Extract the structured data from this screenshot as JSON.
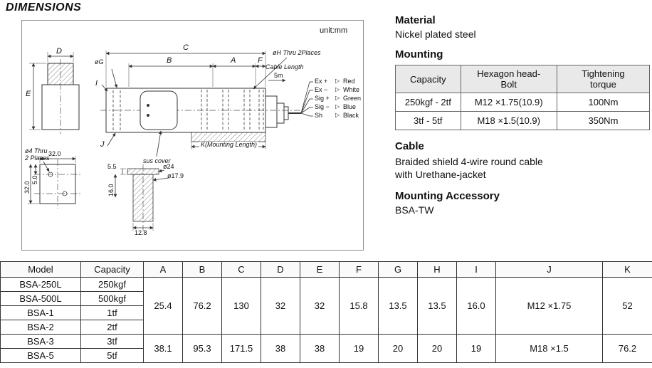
{
  "page": {
    "title": "DIMENSIONS"
  },
  "drawing": {
    "unit": "unit:mm",
    "pointer": "▷",
    "dims": {
      "c": "C",
      "b": "B",
      "a": "A",
      "f": "F",
      "d": "D",
      "e": "E",
      "i": "I",
      "j": "J",
      "og": "øG",
      "oh": "øH Thru 2Places",
      "k": "K(Mounting Length)",
      "cable_length": "Cable Length",
      "cable_len_value": "5m",
      "sus_cover": "sus cover",
      "o4_line1": "ø4 Thru",
      "o4_line2": "2 Places",
      "plate_width": "32.0",
      "plate_height": "32.0",
      "hole_offset": "5.0",
      "o24": "ø24",
      "o17_9": "ø17.9",
      "cover_55": "5.5",
      "cover_16": "16.0",
      "cover_128": "12.8"
    },
    "wires": [
      {
        "name": "Ex +",
        "color": "Red"
      },
      {
        "name": "Ex −",
        "color": "White"
      },
      {
        "name": "Sig +",
        "color": "Green"
      },
      {
        "name": "Sig −",
        "color": "Blue"
      },
      {
        "name": "Sh",
        "color": "Black"
      }
    ]
  },
  "right_panel": {
    "material": {
      "heading": "Material",
      "text": "Nickel plated steel"
    },
    "mounting": {
      "heading": "Mounting",
      "table": {
        "headers": [
          "Capacity",
          "Hexagon head-Bolt",
          "Tightening torque"
        ],
        "rows": [
          [
            "250kgf - 2tf",
            "M12 ×1.75(10.9)",
            "100Nm"
          ],
          [
            "3tf - 5tf",
            "M18 ×1.5(10.9)",
            "350Nm"
          ]
        ]
      }
    },
    "cable": {
      "heading": "Cable",
      "text_line1": "Braided shield 4-wire round cable",
      "text_line2": "with Urethane-jacket"
    },
    "accessory": {
      "heading": "Mounting Accessory",
      "text": "BSA-TW"
    }
  },
  "dimension_table": {
    "headers": [
      "Model",
      "Capacity",
      "A",
      "B",
      "C",
      "D",
      "E",
      "F",
      "G",
      "H",
      "I",
      "J",
      "K"
    ],
    "models": [
      {
        "model": "BSA-250L",
        "capacity": "250kgf"
      },
      {
        "model": "BSA-500L",
        "capacity": "500kgf"
      },
      {
        "model": "BSA-1",
        "capacity": "1tf"
      },
      {
        "model": "BSA-2",
        "capacity": "2tf"
      },
      {
        "model": "BSA-3",
        "capacity": "3tf"
      },
      {
        "model": "BSA-5",
        "capacity": "5tf"
      }
    ],
    "groups": [
      {
        "span": 4,
        "values": [
          "25.4",
          "76.2",
          "130",
          "32",
          "32",
          "15.8",
          "13.5",
          "13.5",
          "16.0",
          "M12 ×1.75",
          "52"
        ]
      },
      {
        "span": 2,
        "values": [
          "38.1",
          "95.3",
          "171.5",
          "38",
          "38",
          "19",
          "20",
          "20",
          "19",
          "M18 ×1.5",
          "76.2"
        ]
      }
    ]
  }
}
